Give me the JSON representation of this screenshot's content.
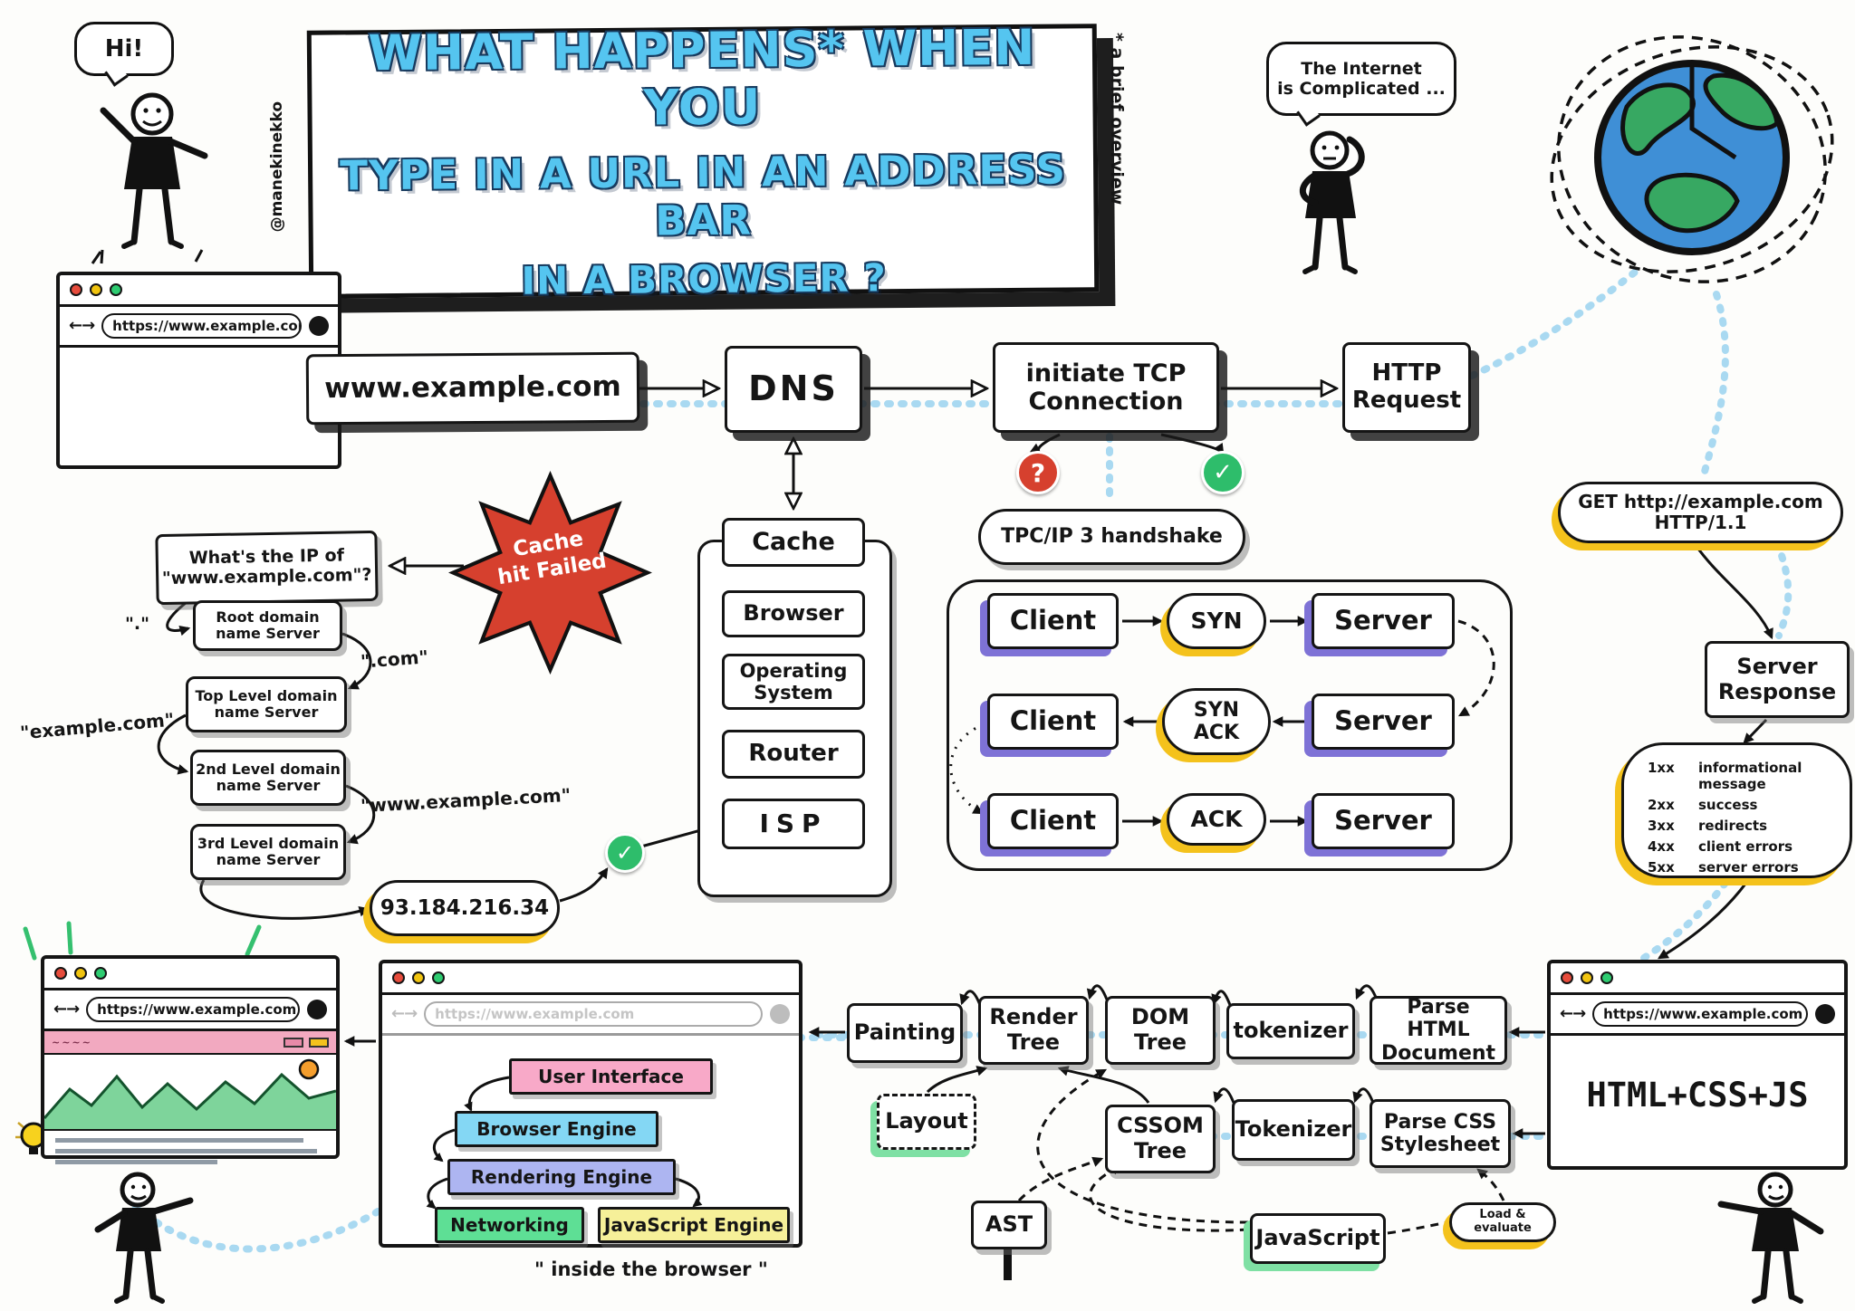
{
  "intro": {
    "hi": "Hi!",
    "author": "@manekinekko",
    "internet": "The Internet\nis Complicated ...",
    "footnote": "* a brief overview"
  },
  "title": {
    "line1": "WHAT HAPPENS* WHEN YOU",
    "line2": "TYPE IN A URL IN AN ADDRESS BAR",
    "line3": "IN A BROWSER ?"
  },
  "browser_url": "https://www.example.com",
  "main_flow": {
    "url": "www.example.com",
    "dns": "DNS",
    "tcp": "initiate TCP\nConnection",
    "http": "HTTP\nRequest"
  },
  "dns_lookup": {
    "cache_fail": "Cache\nhit Failed",
    "question": "What's the IP of\n\"www.example.com\"?",
    "stack": [
      "Cache",
      "Browser",
      "Operating\nSystem",
      "Router",
      "ISP"
    ],
    "servers": [
      {
        "hint": "\".\"",
        "label": "Root domain\nname Server"
      },
      {
        "hint": "\".com\"",
        "label": "Top Level domain\nname Server"
      },
      {
        "hint": "\"example.com\"",
        "label": "2nd Level domain\nname Server"
      },
      {
        "hint": "\"www.example.com\"",
        "label": "3rd Level domain\nname Server"
      }
    ],
    "ip": "93.184.216.34",
    "ok_mark": "✓"
  },
  "handshake": {
    "fail_mark": "?",
    "ok_mark": "✓",
    "label": "TPC/IP 3 handshake",
    "steps": [
      {
        "from": "Client",
        "via": "SYN",
        "to": "Server"
      },
      {
        "from": "Client",
        "via": "SYN\nACK",
        "to": "Server"
      },
      {
        "from": "Client",
        "via": "ACK",
        "to": "Server"
      }
    ]
  },
  "server": {
    "get_request": "GET http://example.com  HTTP/1.1",
    "response": "Server\nResponse",
    "status_codes": [
      {
        "code": "1xx",
        "label": "informational message"
      },
      {
        "code": "2xx",
        "label": "success"
      },
      {
        "code": "3xx",
        "label": "redirects"
      },
      {
        "code": "4xx",
        "label": "client errors"
      },
      {
        "code": "5xx",
        "label": "server errors"
      }
    ]
  },
  "render": {
    "html_css_js": "HTML+CSS+JS",
    "painting": "Painting",
    "render_tree": "Render\nTree",
    "dom_tree": "DOM\nTree",
    "tokenizer_html": "tokenizer",
    "parse_html": "Parse HTML\nDocument",
    "cssom_tree": "CSSOM\nTree",
    "tokenizer_css": "Tokenizer",
    "parse_css": "Parse CSS\nStylesheet",
    "layout": "Layout",
    "javascript": "JavaScript",
    "load_evaluate": "Load & evaluate",
    "ast": "AST"
  },
  "internals": {
    "caption": "\" inside the browser \"",
    "components": [
      {
        "label": "User Interface",
        "color": "#f8a9c8"
      },
      {
        "label": "Browser Engine",
        "color": "#84d7f4"
      },
      {
        "label": "Rendering Engine",
        "color": "#adb5f1"
      },
      {
        "label": "Networking",
        "color": "#5edf95"
      },
      {
        "label": "JavaScript Engine",
        "color": "#f6f099"
      }
    ]
  },
  "colors": {
    "accent_blue": "#55c5f0",
    "fail_red": "#d6402e",
    "ok_green": "#2ebd6b",
    "shadow_purple": "#7e72d6",
    "highlight_yellow": "#f4c21c",
    "path_blue": "#a9d9f1"
  }
}
